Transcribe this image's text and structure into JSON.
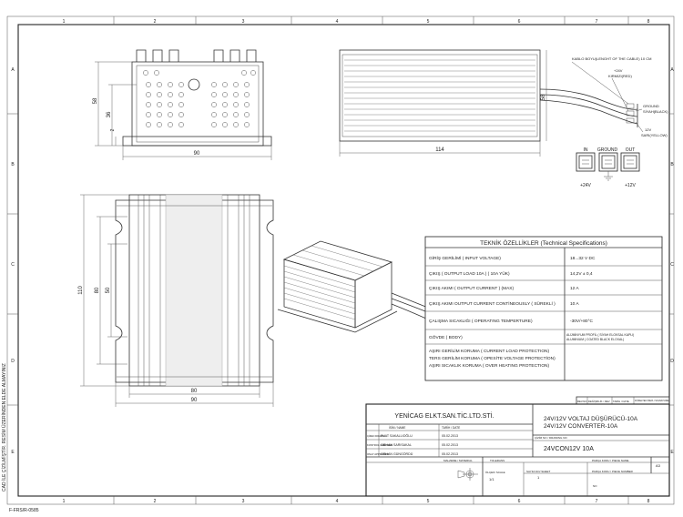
{
  "frame": {
    "top_numbers": [
      "1",
      "2",
      "3",
      "4",
      "5",
      "6",
      "7",
      "8"
    ],
    "bottom_numbers": [
      "1",
      "2",
      "3",
      "4",
      "5",
      "6",
      "7",
      "8"
    ],
    "left_letters": [
      "A",
      "B",
      "C",
      "D",
      "E"
    ],
    "right_letters": [
      "A",
      "B",
      "C",
      "D",
      "E"
    ],
    "side_note": "CAD İLE ÇİZİLMİŞTİR. RESİM ÜZERİNDEN ELDE ALMAYINIZ",
    "form_code": "F-FRS/R-0585"
  },
  "dimensions": {
    "top_view": {
      "width": "90",
      "height": "58",
      "inner": "36",
      "small": "2"
    },
    "side_view": {
      "length": "114",
      "height": "58"
    },
    "plan_view": {
      "height": "110",
      "inner_a": "80",
      "inner_b": "50",
      "w80": "80",
      "w90": "90"
    }
  },
  "wiring": {
    "cable_note": "KABLO BOYU(LENGHT OF THE CABLE) 10 CM",
    "wire1": "+24V",
    "wire1_color": "KIRMIZI(RED)",
    "wire2": "GROUND",
    "wire2_color": "SİYAH(BLACK)",
    "wire3": "12V",
    "wire3_color": "SARI(YELLOW)"
  },
  "terminals": {
    "labels_top": [
      "IN",
      "GROUND",
      "OUT"
    ],
    "labels_bottom": [
      "+24V",
      "",
      "+12V"
    ]
  },
  "specs": {
    "title": "TEKNİK ÖZELLİKLER (Technical Specifications)",
    "rows": [
      {
        "label": "GİRİŞ GERİLİMİ   ( INPUT VOLTAGE)",
        "value": "18...32 V DC"
      },
      {
        "label": "ÇIKIŞ  ( OUTPUT  LOAD  10A )   ( 10A YÜK)",
        "value": "14,2V ± 0,4"
      },
      {
        "label": "ÇIKIŞ AKIMI  ( OUTPUT CURRENT )   (MAX)",
        "value": "12 A"
      },
      {
        "label": "ÇIKIŞ AKIMI OUTPUT CURRENT CONTİNEOUSLY ( SÜREKLİ )",
        "value": "10 A"
      },
      {
        "label": "ÇALIŞMA SICAKLIĞI  ( OPERATING TEMPERTURE)",
        "value": "-30V/+80°C"
      },
      {
        "label": "GÖVDE ( BODY)",
        "value_lines": [
          "ALÜMİNYUM PROFİL ( SİYAH ELOKSAL KAPLI)",
          "ALUMINIUM ( COATED BLACK ELOXAL)"
        ]
      }
    ],
    "protection_lines": [
      "AŞIRI GERİLİM KORUMA  ( CURRENT LOAD PROTECTION)",
      "TERS GERİLİM KORUMA  ( OPESİTE VOLTAGE PROTECTİON)",
      "AŞIRI SICAKLIK KORUMA  ( OVER HEATING PROTECTION)"
    ]
  },
  "revision": {
    "headers": [
      "REV.NO",
      "DEĞİŞİKLİK / REV",
      "TARİH / DATE",
      "DÜZELTEN İMZA / SIGNATURE"
    ]
  },
  "title_block": {
    "company": "YENİCAG ELKT.SAN.TİC.LTD.STİ.",
    "title_line1": "24V/12V VOLTAJ DÜŞÜRÜCÜ-10A",
    "title_line2": "24V/12V CONVERTER-10A",
    "col_name": "İSİM / NAME",
    "col_date": "TARİH / DATE",
    "roles": [
      "ÇİZEN DRAWN",
      "KONTROL CHECKED",
      "ONAY APPROVED"
    ],
    "names": [
      "FUAT SAKALLIOĞLU",
      "ORHAN SARISAKAL",
      "ORHAN GÜNGÖRDÜ"
    ],
    "dates": [
      "05.02.2013",
      "05.02.2013",
      "05.02.2013"
    ],
    "drawing_no_label": "ÇİZİM NO / DRAWING NO",
    "drawing_no": "24VCON12V 10A",
    "sheet_label": "A3",
    "material_label": "MALZEME / MATERIAL",
    "scale_label": "ÖLÇEK/ SCALE",
    "scale": "1/1",
    "sheet_no_label": "SAYFA NO/ SHEET",
    "sheet_no": "1",
    "tolerance_label": "TOLERANS",
    "part_no_label": "PARÇA KODU / PIECE NAME",
    "part_code_label": "PARÇA KODU / PIECE NUMBER",
    "no_label": "NO"
  }
}
